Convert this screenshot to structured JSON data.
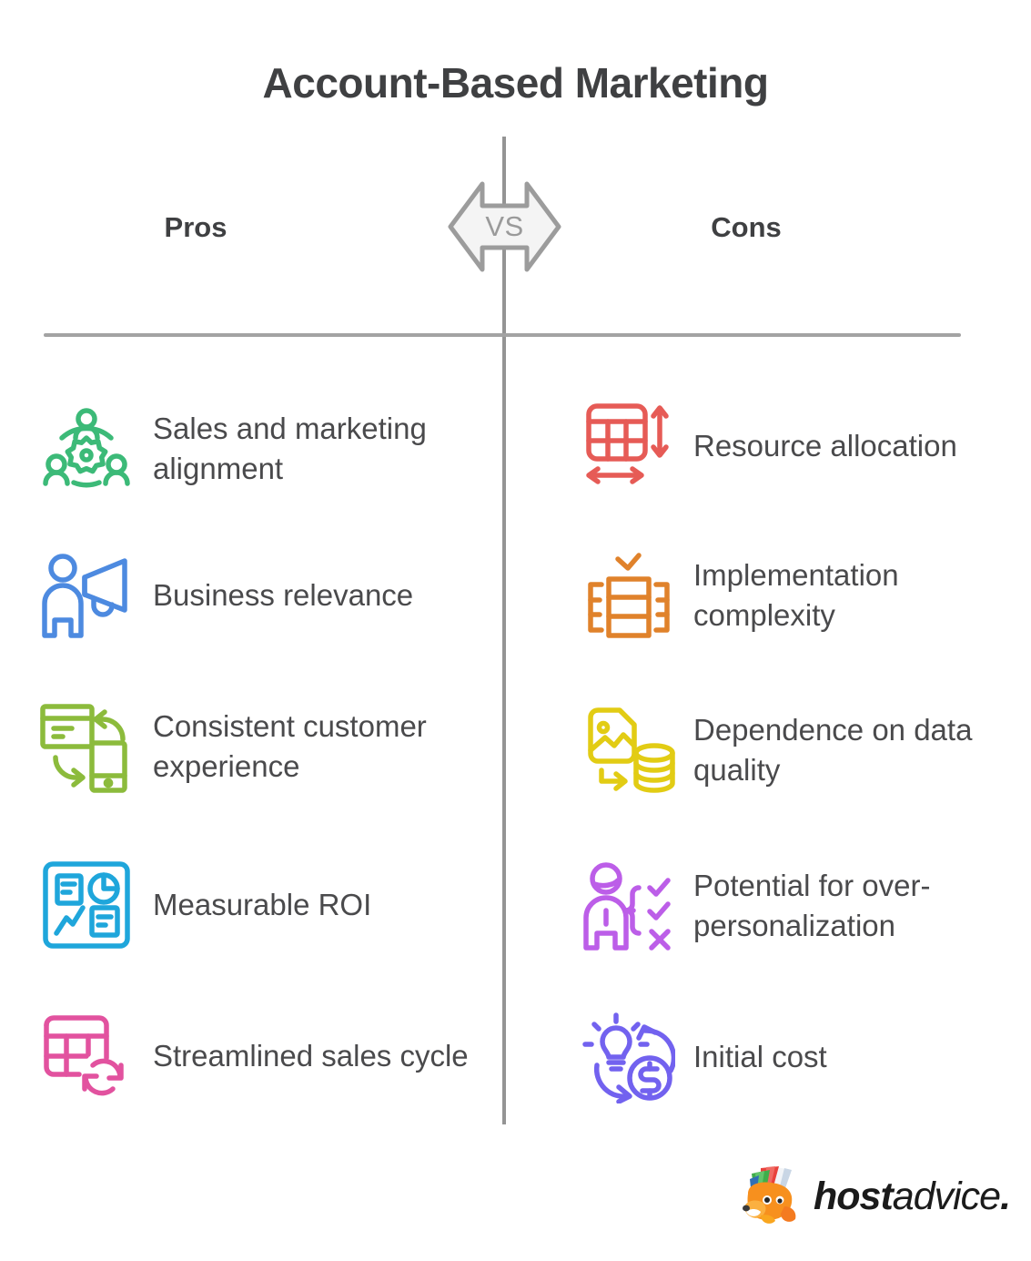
{
  "page": {
    "title": "Account-Based Marketing",
    "background_color": "#ffffff",
    "text_color": "#4a4a4c",
    "divider_color": "#a3a3a3"
  },
  "comparison": {
    "vs_label": "VS",
    "pros": {
      "heading": "Pros",
      "items": [
        {
          "label": "Sales and marketing alignment",
          "icon": "people-gear-collaboration-icon",
          "color": "#3cba78"
        },
        {
          "label": "Business relevance",
          "icon": "person-megaphone-icon",
          "color": "#4d8ae0"
        },
        {
          "label": "Consistent customer experience",
          "icon": "browser-phone-sync-icon",
          "color": "#8cbb3c"
        },
        {
          "label": "Measurable ROI",
          "icon": "analytics-dashboard-icon",
          "color": "#1fa6db"
        },
        {
          "label": "Streamlined sales cycle",
          "icon": "table-refresh-cycle-icon",
          "color": "#e2529f"
        }
      ]
    },
    "cons": {
      "heading": "Cons",
      "items": [
        {
          "label": "Resource allocation",
          "icon": "table-resize-arrows-icon",
          "color": "#e65b56"
        },
        {
          "label": "Implementation complexity",
          "icon": "carousel-stack-check-icon",
          "color": "#e0822b"
        },
        {
          "label": "Dependence on data quality",
          "icon": "image-to-database-icon",
          "color": "#e2cc14"
        },
        {
          "label": "Potential for over-personalization",
          "icon": "person-checklist-brace-icon",
          "color": "#bc5ee8"
        },
        {
          "label": "Initial cost",
          "icon": "lightbulb-dollar-cycle-icon",
          "color": "#7262ef"
        }
      ]
    }
  },
  "branding": {
    "logo_primary": "host",
    "logo_secondary": "advice",
    "logo_suffix": ".",
    "logo_mark": "fox-mascot-icon"
  }
}
